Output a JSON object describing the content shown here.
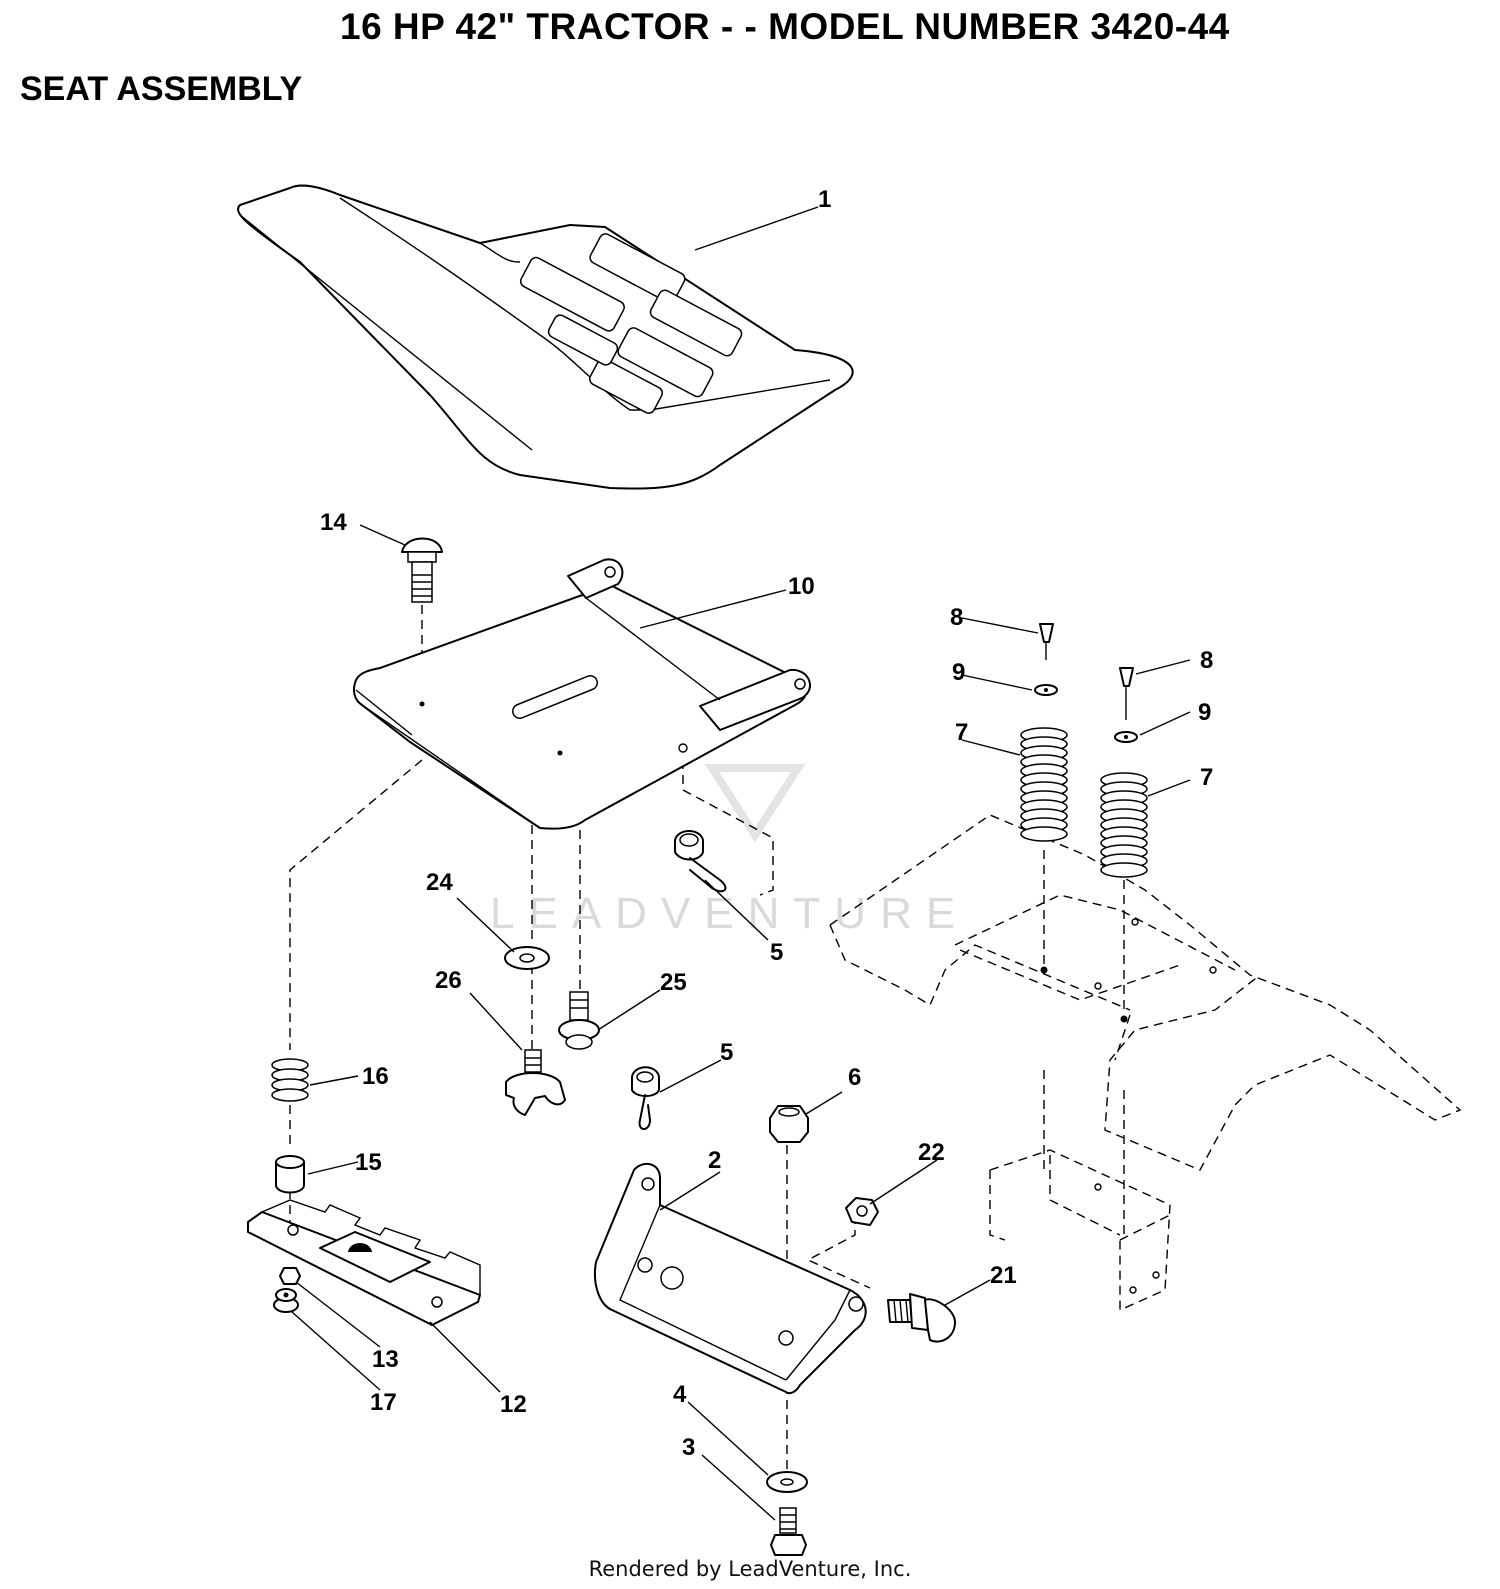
{
  "header": {
    "title": "16 HP 42\" TRACTOR - - MODEL NUMBER 3420-44",
    "subtitle": "SEAT ASSEMBLY"
  },
  "callouts": {
    "c1": "1",
    "c2": "2",
    "c3": "3",
    "c4": "4",
    "c5a": "5",
    "c5b": "5",
    "c6": "6",
    "c7a": "7",
    "c7b": "7",
    "c8a": "8",
    "c8b": "8",
    "c9a": "9",
    "c9b": "9",
    "c10": "10",
    "c12": "12",
    "c13": "13",
    "c14": "14",
    "c15": "15",
    "c16": "16",
    "c17": "17",
    "c21": "21",
    "c22": "22",
    "c24": "24",
    "c25": "25",
    "c26": "26"
  },
  "watermark": {
    "text": "LEADVENTURE"
  },
  "footer": {
    "text": "Rendered by LeadVenture, Inc."
  }
}
